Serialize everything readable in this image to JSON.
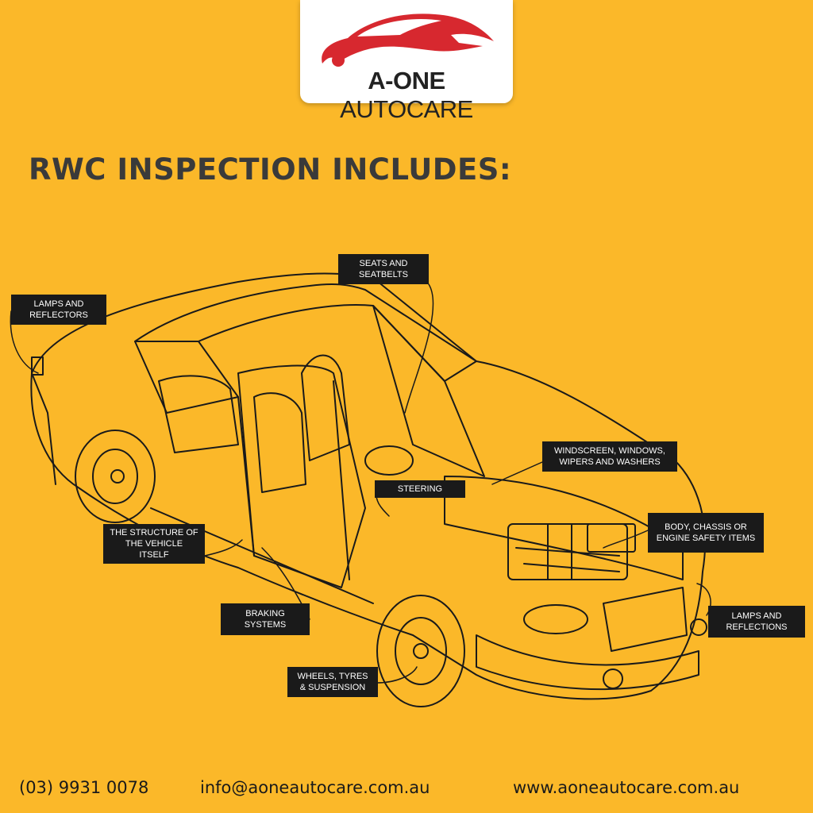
{
  "brand": {
    "name_bold": "A-ONE",
    "name_light": "AUTOCARE"
  },
  "headline": "RWC INSPECTION INCLUDES:",
  "labels": {
    "seats": "SEATS AND SEATBELTS",
    "lamps_rear": "LAMPS AND REFLECTORS",
    "windscreen": "WINDSCREEN, WINDOWS, WIPERS AND WASHERS",
    "steering": "STEERING",
    "body": "BODY, CHASSIS OR ENGINE SAFETY ITEMS",
    "structure": "THE STRUCTURE OF THE VEHICLE ITSELF",
    "lamps_front": "LAMPS AND REFLECTIONS",
    "braking": "BRAKING SYSTEMS",
    "wheels": "WHEELS, TYRES & SUSPENSION"
  },
  "footer": {
    "phone": "(03) 9931 0078",
    "email": "info@aoneautocare.com.au",
    "website": "www.aoneautocare.com.au"
  },
  "colors": {
    "background": "#FBB829",
    "label_bg": "#1a1a1a",
    "logo_red": "#D7282F"
  }
}
